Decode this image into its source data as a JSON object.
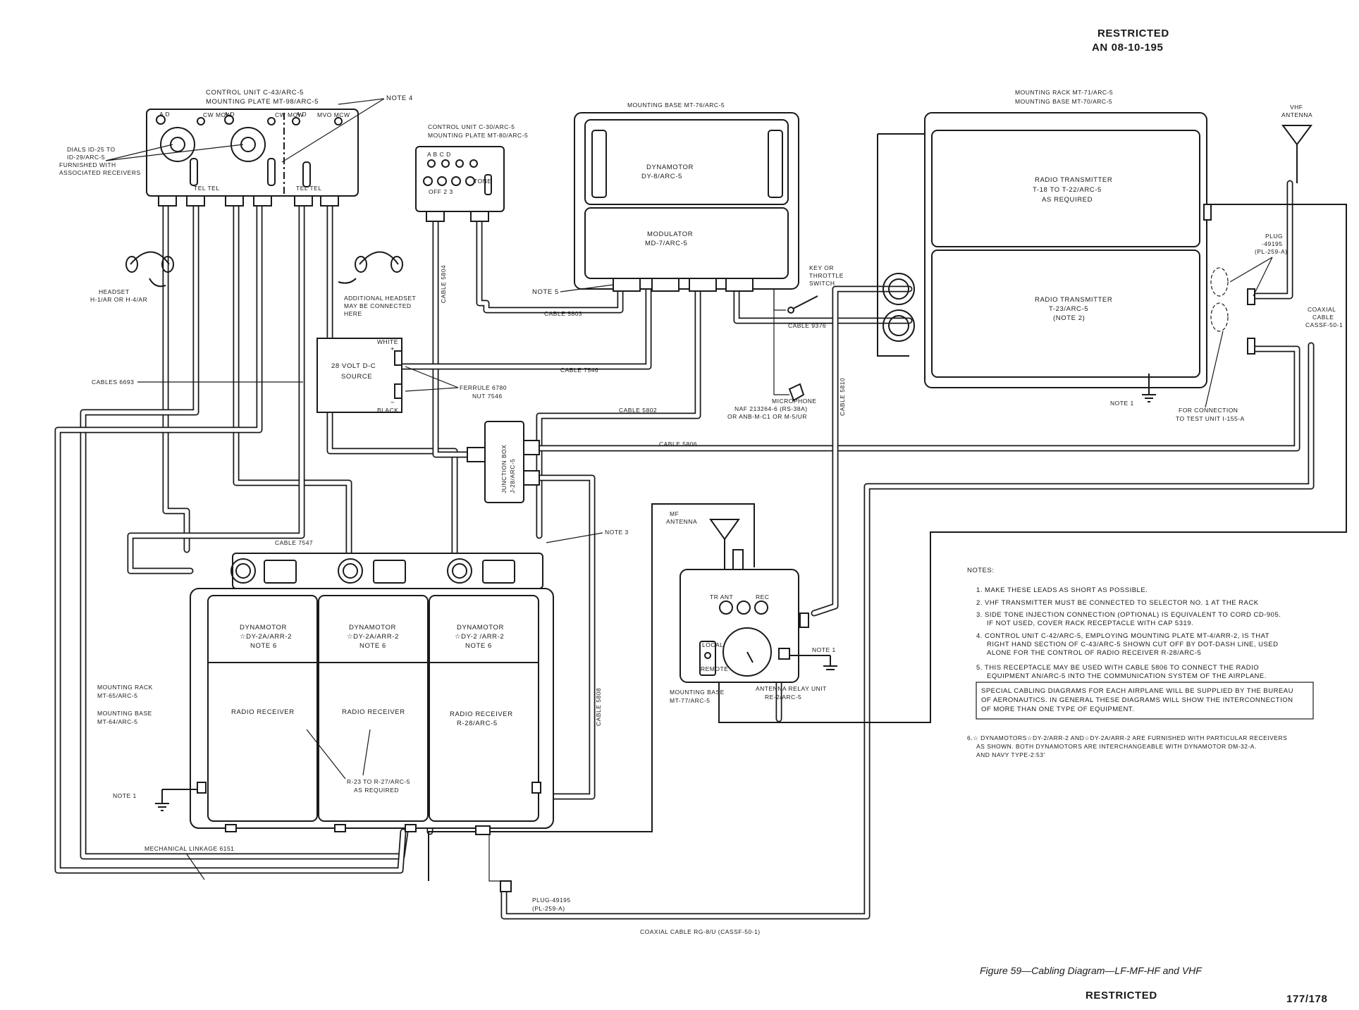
{
  "header": {
    "restricted_top": "RESTRICTED",
    "doc_number": "AN 08-10-195",
    "restricted_bottom": "RESTRICTED",
    "page_number": "177/178"
  },
  "caption": "Figure 59—Cabling Diagram—LF-MF-HF and VHF",
  "components": {
    "control_unit_c43": [
      "CONTROL UNIT C-43/ARC-5",
      "MOUNTING PLATE MT-98/ARC-5"
    ],
    "note4": "NOTE 4",
    "dials": [
      "DIALS ID-25 TO",
      "ID-29/ARC-5",
      "FURNISHED WITH",
      "ASSOCIATED RECEIVERS"
    ],
    "control_unit_c30": [
      "CONTROL UNIT C-30/ARC-5",
      "MOUNTING PLATE MT-80/ARC-5"
    ],
    "mounting_base_mt76": "MOUNTING BASE MT-76/ARC-5",
    "dynamotor_dy8": [
      "DYNAMOTOR",
      "DY-8/ARC-5"
    ],
    "modulator": [
      "MODULATOR",
      "MD-7/ARC-5"
    ],
    "note5": "NOTE 5",
    "key_switch": [
      "KEY OR",
      "THROTTLE",
      "SWITCH"
    ],
    "mounting_rack_mt71": [
      "MOUNTING RACK MT-71/ARC-5",
      "MOUNTING BASE MT-70/ARC-5"
    ],
    "transmitter_1": [
      "RADIO TRANSMITTER",
      "T-18 TO T-22/ARC-5",
      "AS REQUIRED"
    ],
    "transmitter_2": [
      "RADIO TRANSMITTER",
      "T-23/ARC-5",
      "(NOTE 2)"
    ],
    "vhf_antenna": [
      "VHF",
      "ANTENNA"
    ],
    "plug_top": [
      "PLUG",
      "-49195",
      "(PL-259-A)"
    ],
    "coaxial_right": [
      "COAXIAL",
      "CABLE",
      "CASSF-50-1"
    ],
    "test_unit": [
      "FOR CONNECTION",
      "TO TEST UNIT I-155-A"
    ],
    "headset": [
      "HEADSET",
      "H-1/AR OR H-4/AR"
    ],
    "additional_headset": [
      "ADDITIONAL HEADSET",
      "MAY BE CONNECTED",
      "HERE"
    ],
    "source": [
      "28 VOLT D-C",
      "SOURCE"
    ],
    "white": "WHITE",
    "black": "BLACK",
    "ferrule": [
      "FERRULE 6780",
      "NUT 7546"
    ],
    "microphone": [
      "MICROPHONE",
      "NAF 213264-6 (RS-38A)",
      "OR ANB-M-C1 OR M-5/UR"
    ],
    "junction_box": [
      "JUNCTION BOX",
      "J-28/ARC-5"
    ],
    "cables_6693": "CABLES 6693",
    "cable_5804": "CABLE 5804",
    "cable_5803": "CABLE 5803",
    "cable_9376": "CABLE 9376",
    "cable_7546": "CABLE 7546",
    "cable_5802": "CABLE 5802",
    "cable_5806": "CABLE 5806",
    "cable_5810": "CABLE 5810",
    "cable_7547": "CABLE 7547",
    "cable_5808": "CABLE 5808",
    "note3": "NOTE 3",
    "note1": "NOTE 1",
    "mf_antenna": [
      "MF",
      "ANTENNA"
    ],
    "tr_ant": "TR ANT",
    "rec": "REC",
    "local": "LOCAL",
    "remote": "REMOTE",
    "antenna_relay": [
      "ANTENNA RELAY UNIT",
      "RE-2/ARC-5"
    ],
    "mounting_base_mt77": [
      "MOUNTING BASE",
      "MT-77/ARC-5"
    ],
    "dynamotors": [
      [
        "DYNAMOTOR",
        "☆DY-2A/ARR-2",
        "NOTE 6"
      ],
      [
        "DYNAMOTOR",
        "☆DY-2A/ARR-2",
        "NOTE 6"
      ],
      [
        "DYNAMOTOR",
        "☆DY-2 /ARR-2",
        "NOTE 6"
      ]
    ],
    "receivers": [
      [
        "RADIO RECEIVER"
      ],
      [
        "RADIO RECEIVER"
      ],
      [
        "RADIO RECEIVER",
        "R-28/ARC-5"
      ]
    ],
    "receivers_required": [
      "R-23 TO R-27/ARC-5",
      "AS REQUIRED"
    ],
    "mounting_rack_mt65": [
      "MOUNTING RACK",
      "MT-65/ARC-5",
      "",
      "MOUNTING BASE",
      "MT-64/ARC-5"
    ],
    "mechanical_linkage": "MECHANICAL LINKAGE 6151",
    "plug_bottom": [
      "PLUG-49195",
      "(PL-259-A)"
    ],
    "coaxial_bottom": "COAXIAL CABLE RG-8/U (CASSF-50-1)"
  },
  "notes": {
    "heading": "NOTES:",
    "items": [
      [
        "1. MAKE THESE LEADS AS SHORT AS POSSIBLE."
      ],
      [
        "2. VHF TRANSMITTER MUST BE CONNECTED TO SELECTOR NO. 1 AT THE RACK"
      ],
      [
        "3. SIDE TONE INJECTION CONNECTION (OPTIONAL) IS EQUIVALENT TO CORD CD-905.",
        "IF NOT USED, COVER RACK RECEPTACLE WITH CAP 5319."
      ],
      [
        "4. CONTROL UNIT C-42/ARC-5, EMPLOYING MOUNTING PLATE MT-4/ARR-2, IS THAT",
        "RIGHT HAND SECTION OF C-43/ARC-5 SHOWN CUT OFF BY DOT-DASH LINE, USED",
        "ALONE FOR THE CONTROL OF RADIO RECEIVER R-28/ARC-5"
      ],
      [
        "5. THIS RECEPTACLE MAY BE USED WITH CABLE 5806 TO CONNECT THE RADIO",
        "EQUIPMENT AN/ARC-5 INTO THE COMMUNICATION SYSTEM OF THE AIRPLANE."
      ]
    ],
    "special": [
      "SPECIAL CABLING DIAGRAMS FOR EACH AIRPLANE WILL BE SUPPLIED BY THE BUREAU",
      "OF AERONAUTICS. IN GENERAL THESE DIAGRAMS WILL SHOW THE INTERCONNECTION",
      "OF MORE THAN ONE TYPE OF EQUIPMENT."
    ],
    "item6": [
      "6.☆ DYNAMOTORS☆DY-2/ARR-2 AND☆DY-2A/ARR-2 ARE FURNISHED WITH PARTICULAR RECEIVERS",
      "AS SHOWN. BOTH DYNAMOTORS ARE INTERCHANGEABLE WITH DYNAMOTOR DM-32-A.",
      "AND NAVY TYPE-2:53'"
    ]
  }
}
